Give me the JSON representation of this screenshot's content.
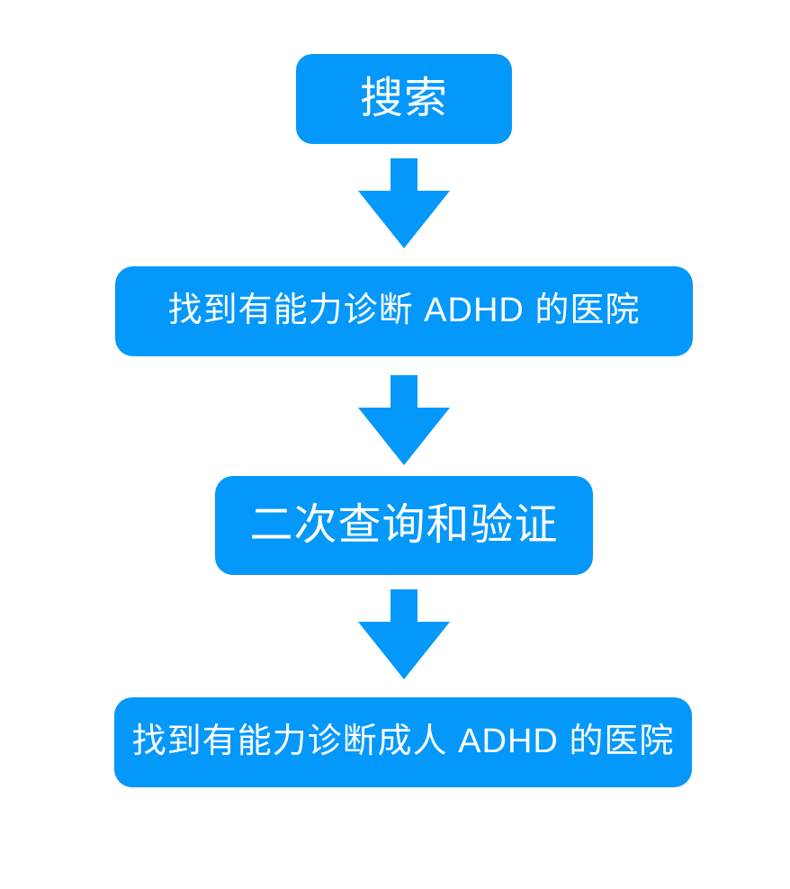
{
  "flowchart": {
    "colors": {
      "background": "#ffffff",
      "node": "#0598fb",
      "text": "#ffffff"
    },
    "steps": [
      {
        "label": "搜索"
      },
      {
        "label": "找到有能力诊断 ADHD 的医院"
      },
      {
        "label": "二次查询和验证"
      },
      {
        "label": "找到有能力诊断成人 ADHD 的医院"
      }
    ],
    "connector_icon": "arrow-down-icon",
    "connector_count": 3
  }
}
